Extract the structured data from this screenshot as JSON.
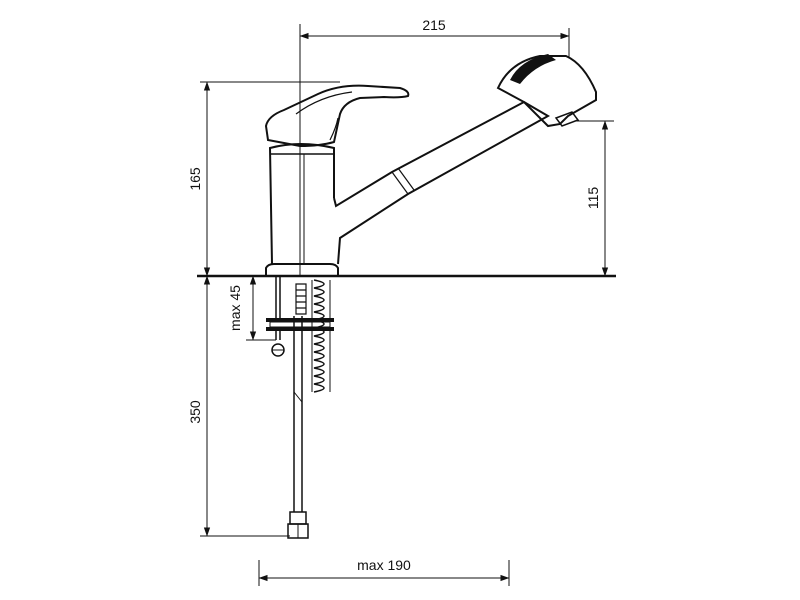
{
  "dimensions": {
    "top_width": "215",
    "faucet_height": "165",
    "spout_outlet_height": "115",
    "mounting_thickness": "max 45",
    "hose_length": "350",
    "hose_reach": "max 190"
  }
}
